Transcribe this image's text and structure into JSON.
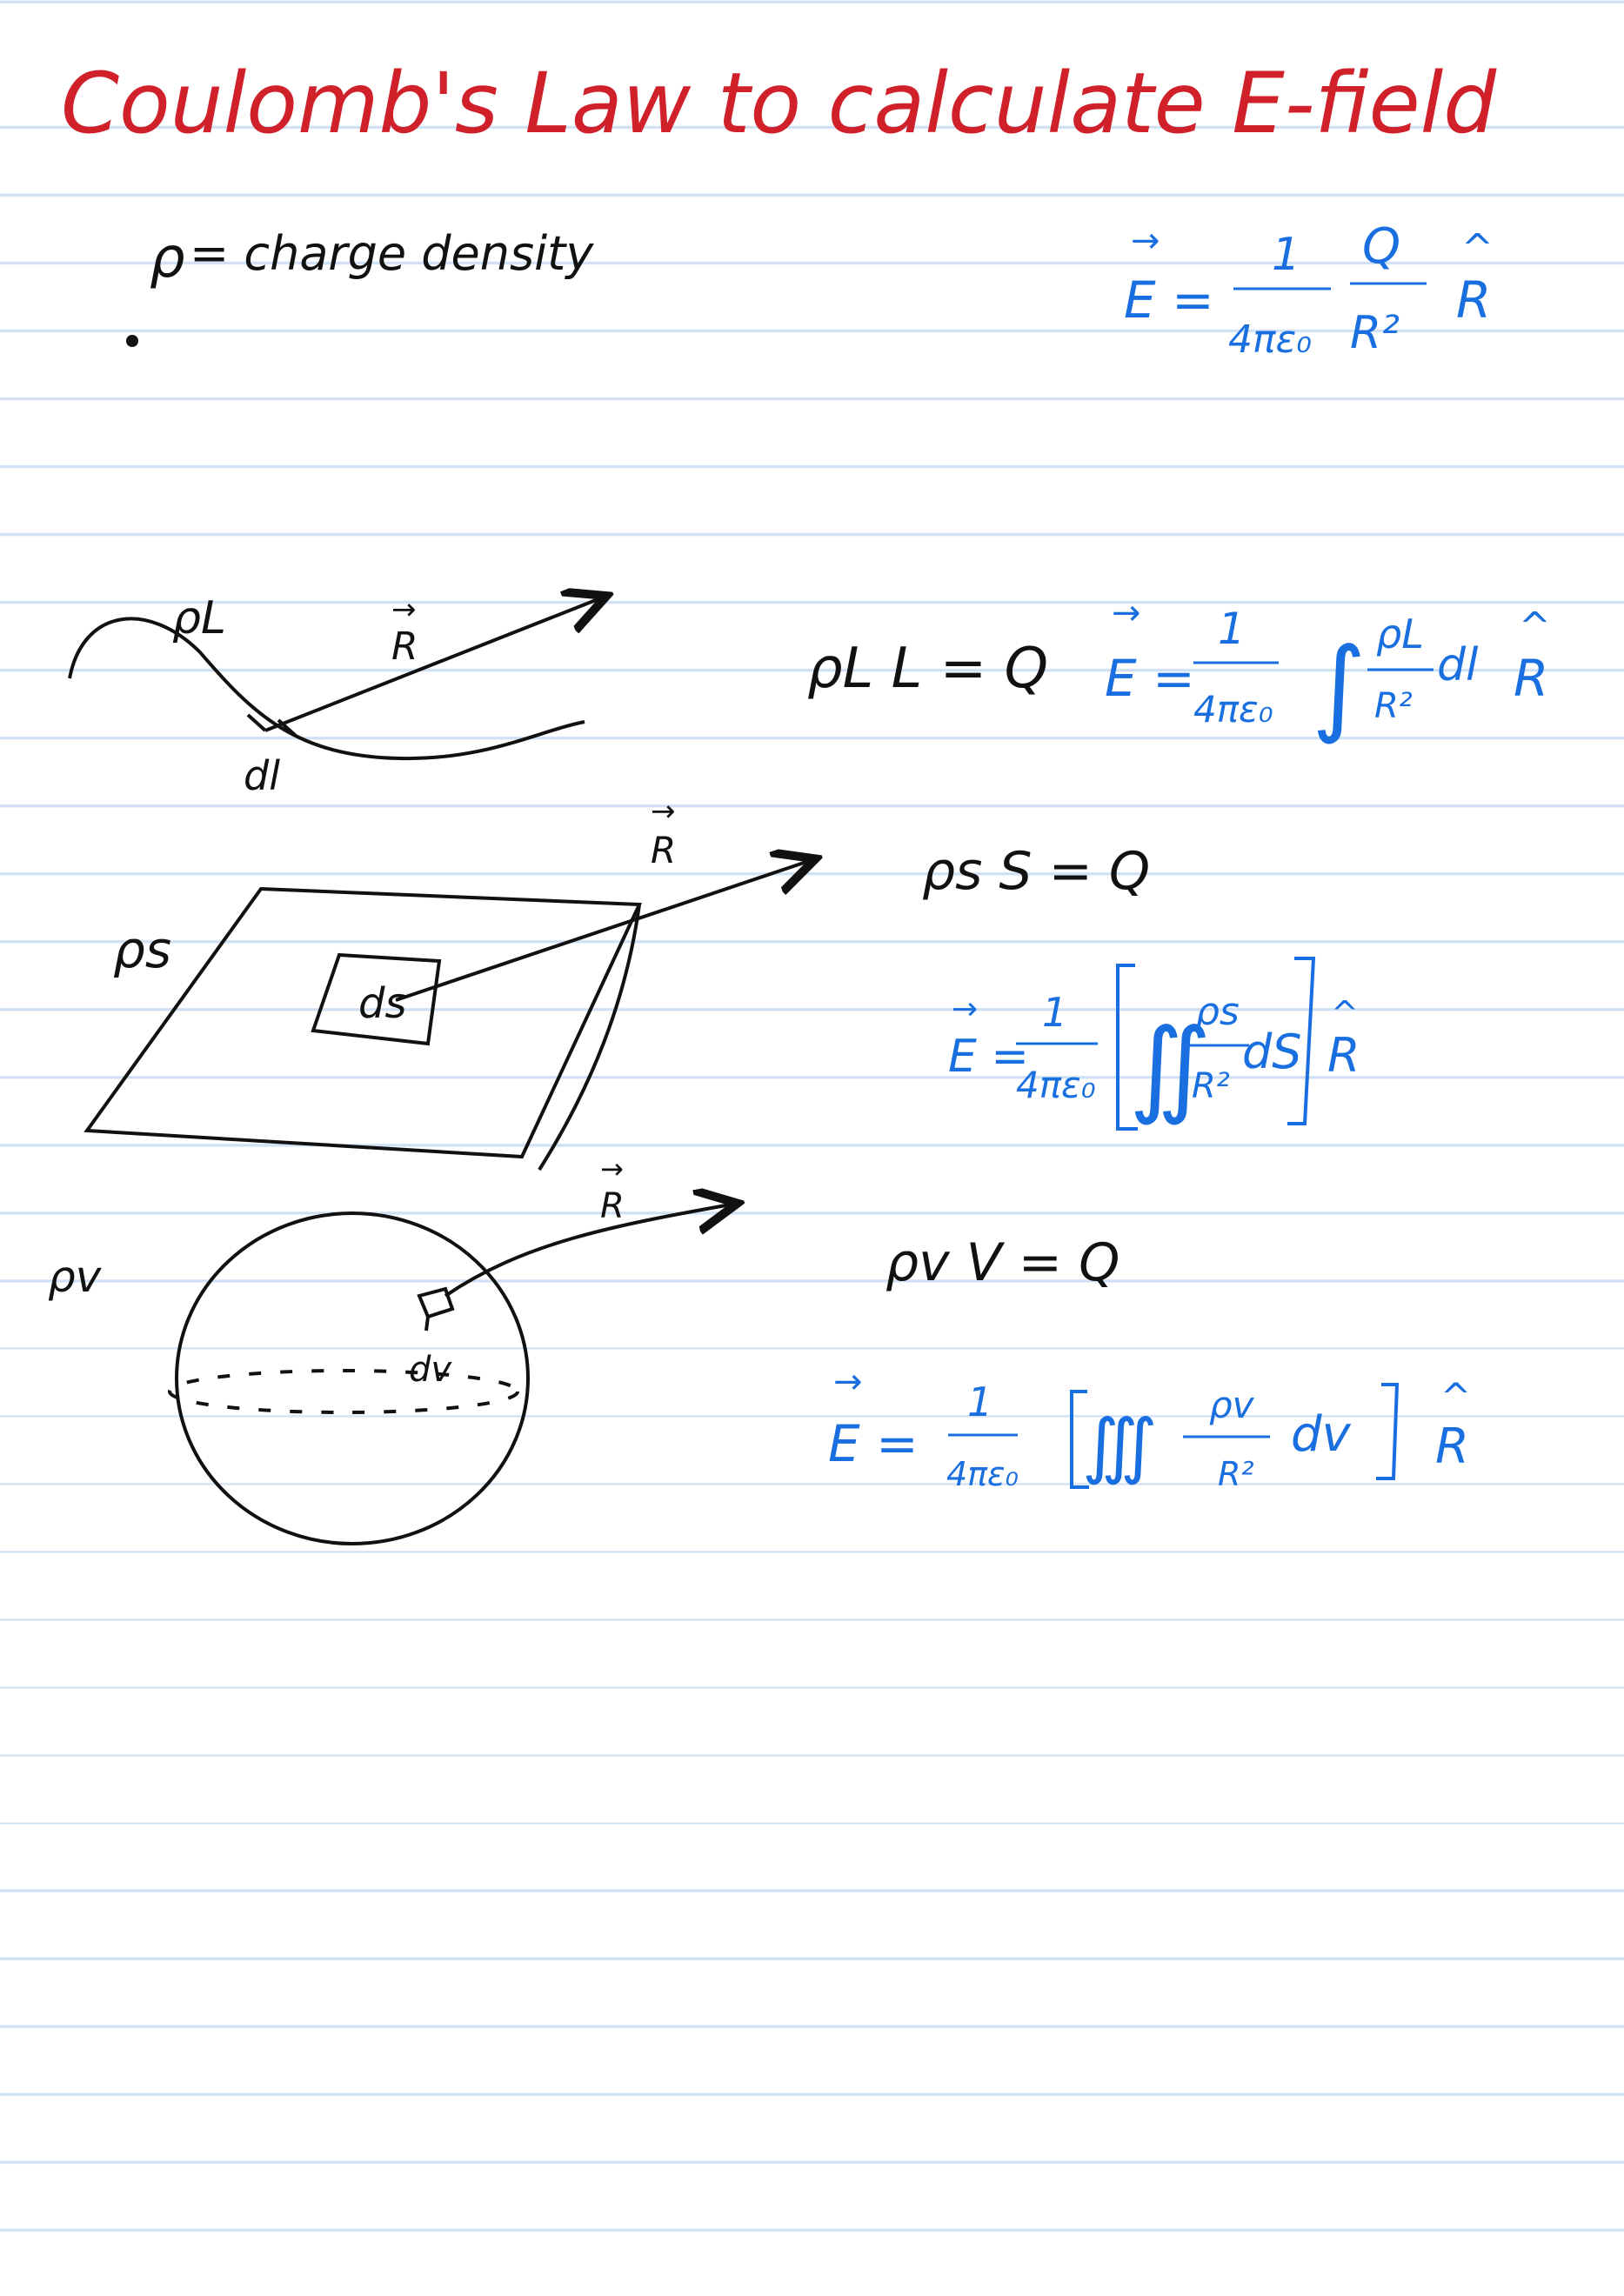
{
  "title": "Coulomb's Law to calculate E-field",
  "definition": {
    "symbol": "ρ",
    "text": "= charge density"
  },
  "point_formula": {
    "lhs": "E =",
    "coef_num": "1",
    "coef_den": "4πε₀",
    "frac_num": "Q",
    "frac_den": "R²",
    "unit_vec": "R"
  },
  "line_section": {
    "label_rho": "ρL",
    "label_R": "R",
    "label_dl": "dl",
    "relation": "ρL L = Q",
    "formula": {
      "lhs": "E =",
      "coef_num": "1",
      "coef_den": "4πε₀",
      "integral": "∫",
      "frac_num": "ρL",
      "frac_den": "R²",
      "differential": "dl",
      "unit_vec": "R"
    }
  },
  "surface_section": {
    "label_rho": "ρs",
    "label_R": "R",
    "label_ds": "ds",
    "relation": "ρs S = Q",
    "formula": {
      "lhs": "E =",
      "coef_num": "1",
      "coef_den": "4πε₀",
      "integral": "∬",
      "frac_num": "ρs",
      "frac_den": "R²",
      "differential": "dS",
      "unit_vec": "R"
    }
  },
  "volume_section": {
    "label_rho": "ρv",
    "label_R": "R",
    "label_dv": "dv",
    "relation": "ρv V = Q",
    "formula": {
      "lhs": "E =",
      "coef_num": "1",
      "coef_den": "4πε₀",
      "integral": "∭",
      "frac_num": "ρv",
      "frac_den": "R²",
      "differential": "dv",
      "unit_vec": "R"
    }
  },
  "colors": {
    "title": "#d0202a",
    "ink": "#111111",
    "formula": "#1a6fe0",
    "rule": "#cfe0f4"
  }
}
